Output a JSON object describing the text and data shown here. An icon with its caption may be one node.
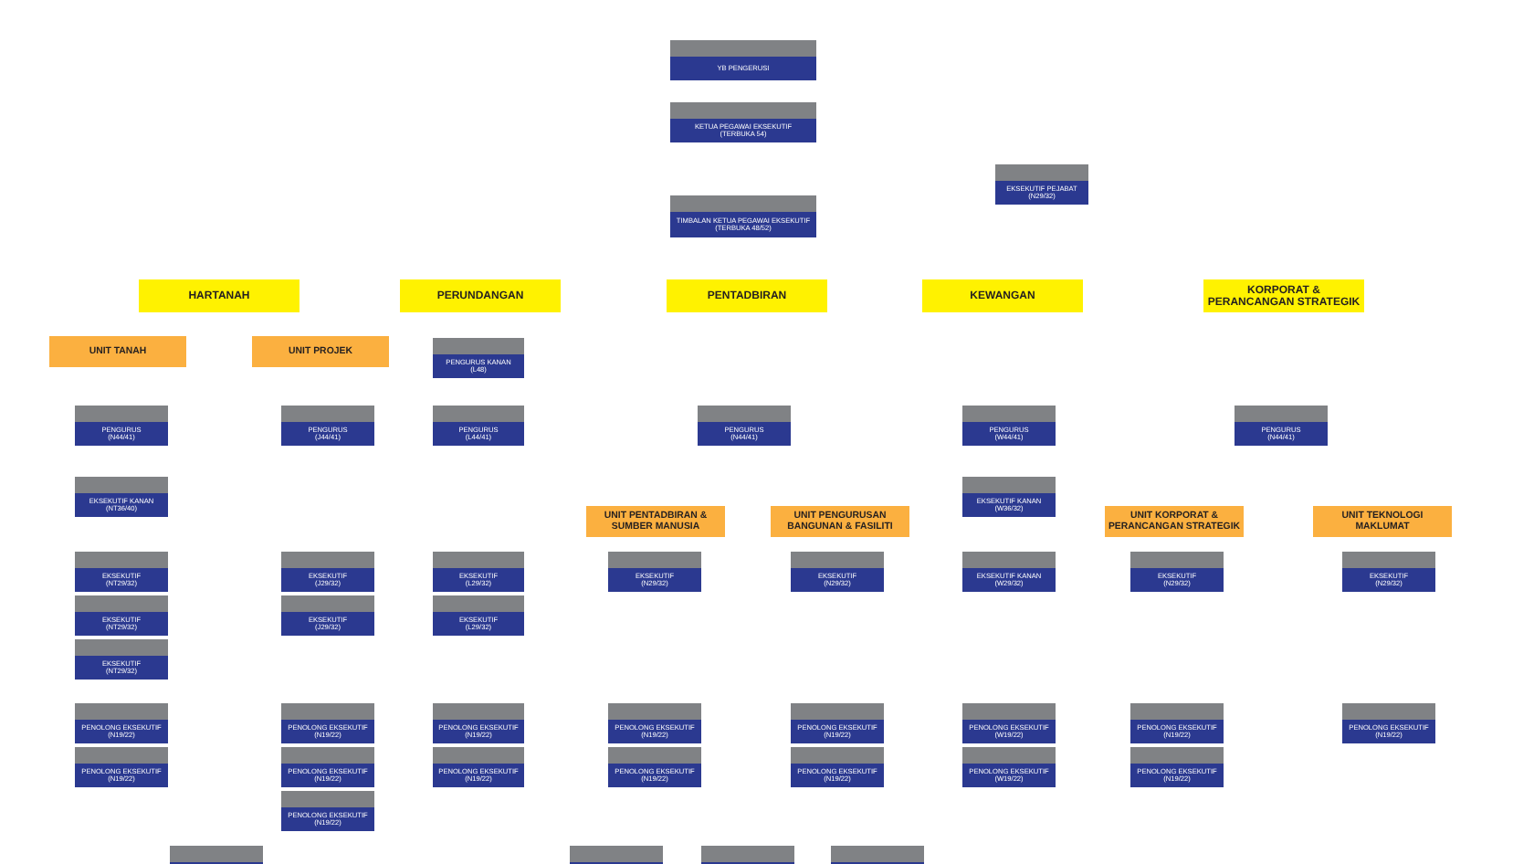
{
  "diagram": {
    "nodes": [
      {
        "text": [
          "YB PENGERUSI"
        ]
      },
      {
        "text": [
          "KETUA PEGAWAI EKSEKUTIF",
          "(TERBUKA 54)"
        ]
      },
      {
        "text": [
          "EKSEKUTIF PEJABAT",
          "(N29/32)"
        ]
      },
      {
        "text": [
          "TIMBALAN KETUA PEGAWAI EKSEKUTIF",
          "(TERBUKA 48/52)"
        ]
      },
      {
        "text": [
          "HARTANAH"
        ]
      },
      {
        "text": [
          "PERUNDANGAN"
        ]
      },
      {
        "text": [
          "PENTADBIRAN"
        ]
      },
      {
        "text": [
          "KEWANGAN"
        ]
      },
      {
        "text": [
          "KORPORAT & PERANCANGAN STRATEGIK"
        ]
      },
      {
        "text": [
          "UNIT TANAH"
        ]
      },
      {
        "text": [
          "UNIT PROJEK"
        ]
      },
      {
        "text": [
          "PENGURUS KANAN",
          "(L48)"
        ]
      },
      {
        "text": [
          "PENGURUS",
          "(N44/41)"
        ]
      },
      {
        "text": [
          "PENGURUS",
          "(J44/41)"
        ]
      },
      {
        "text": [
          "PENGURUS",
          "(L44/41)"
        ]
      },
      {
        "text": [
          "PENGURUS",
          "(N44/41)"
        ]
      },
      {
        "text": [
          "PENGURUS",
          "(W44/41)"
        ]
      },
      {
        "text": [
          "PENGURUS",
          "(N44/41)"
        ]
      },
      {
        "text": [
          "EKSEKUTIF KANAN",
          "(NT36/40)"
        ]
      },
      {
        "text": [
          "EKSEKUTIF KANAN",
          "(W36/32)"
        ]
      },
      {
        "text": [
          "UNIT PENTADBIRAN & SUMBER MANUSIA"
        ]
      },
      {
        "text": [
          "UNIT PENGURUSAN BANGUNAN & FASILITI"
        ]
      },
      {
        "text": [
          "UNIT KORPORAT & PERANCANGAN STRATEGIK"
        ]
      },
      {
        "text": [
          "UNIT TEKNOLOGI MAKLUMAT"
        ]
      },
      {
        "text": [
          "EKSEKUTIF",
          "(NT29/32)"
        ]
      },
      {
        "text": [
          "EKSEKUTIF",
          "(J29/32)"
        ]
      },
      {
        "text": [
          "EKSEKUTIF",
          "(L29/32)"
        ]
      },
      {
        "text": [
          "EKSEKUTIF",
          "(N29/32)"
        ]
      },
      {
        "text": [
          "EKSEKUTIF",
          "(N29/32)"
        ]
      },
      {
        "text": [
          "EKSEKUTIF KANAN",
          "(W29/32)"
        ]
      },
      {
        "text": [
          "EKSEKUTIF",
          "(N29/32)"
        ]
      },
      {
        "text": [
          "EKSEKUTIF",
          "(N29/32)"
        ]
      },
      {
        "text": [
          "EKSEKUTIF",
          "(NT29/32)"
        ]
      },
      {
        "text": [
          "EKSEKUTIF",
          "(J29/32)"
        ]
      },
      {
        "text": [
          "EKSEKUTIF",
          "(L29/32)"
        ]
      },
      {
        "text": [
          "EKSEKUTIF",
          "(NT29/32)"
        ]
      },
      {
        "text": [
          "PENOLONG EKSEKUTIF",
          "(N19/22)"
        ]
      },
      {
        "text": [
          "PENOLONG EKSEKUTIF",
          "(N19/22)"
        ]
      },
      {
        "text": [
          "PENOLONG EKSEKUTIF",
          "(N19/22)"
        ]
      },
      {
        "text": [
          "PENOLONG EKSEKUTIF",
          "(N19/22)"
        ]
      },
      {
        "text": [
          "PENOLONG EKSEKUTIF",
          "(N19/22)"
        ]
      },
      {
        "text": [
          "PENOLONG EKSEKUTIF",
          "(W19/22)"
        ]
      },
      {
        "text": [
          "PENOLONG EKSEKUTIF",
          "(N19/22)"
        ]
      },
      {
        "text": [
          "PENOLONG EKSEKUTIF",
          "(N19/22)"
        ]
      },
      {
        "text": [
          "PENOLONG EKSEKUTIF",
          "(N19/22)"
        ]
      },
      {
        "text": [
          "PENOLONG EKSEKUTIF",
          "(N19/22)"
        ]
      },
      {
        "text": [
          "PENOLONG EKSEKUTIF",
          "(N19/22)"
        ]
      },
      {
        "text": [
          "PENOLONG EKSEKUTIF",
          "(N19/22)"
        ]
      },
      {
        "text": [
          "PENOLONG EKSEKUTIF",
          "(N19/22)"
        ]
      },
      {
        "text": [
          "PENOLONG EKSEKUTIF",
          "(W19/22)"
        ]
      },
      {
        "text": [
          "PENOLONG EKSEKUTIF",
          "(N19/22)"
        ]
      },
      {
        "text": [
          "PENOLONG EKSEKUTIF",
          "(N19/22)"
        ]
      },
      {
        "text": [],
        "shape": "box"
      },
      {
        "text": [],
        "shape": "box"
      },
      {
        "text": [],
        "shape": "box"
      },
      {
        "text": [],
        "shape": "box"
      }
    ]
  }
}
